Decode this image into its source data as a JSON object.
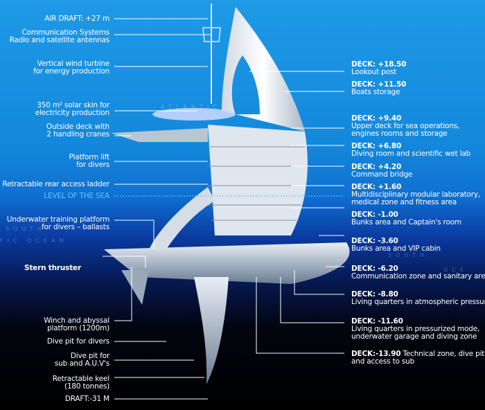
{
  "colors": {
    "sea_level": "#5ec8ff",
    "text": "#ffffff",
    "bg_top": "#1e9ae6",
    "bg_bottom": "#000000"
  },
  "map_labels": [
    "ATLANTIC",
    "SOUTH",
    "FIC OCEAN",
    "SOUTH",
    "OCE"
  ],
  "left": [
    {
      "text": "AIR DRAFT: +27 m"
    },
    {
      "text": "Communication Systems\nRadio and satellite antennas"
    },
    {
      "text": "Vertical wind turbine\nfor energy production"
    },
    {
      "text": "350 m² solar skin for\nelectricity production"
    },
    {
      "text": "Outside deck with\n2 handling cranes"
    },
    {
      "text": "Platform lift\nfor divers"
    },
    {
      "text": "Retractable rear access ladder"
    },
    {
      "text": "LEVEL OF THE SEA"
    },
    {
      "text": "Underwater training platform\nfor divers – ballasts"
    },
    {
      "text": "Stern thruster"
    },
    {
      "text": "Winch and abyssal\nplatform (1200m)"
    },
    {
      "text": "Dive pit for divers"
    },
    {
      "text": "Dive pit for\nsub and A.U.V's"
    },
    {
      "text": "Retractable keel\n(180 tonnes)"
    },
    {
      "text": "DRAFT:-31 M"
    }
  ],
  "right": [
    {
      "deck": "DECK: +18.50",
      "desc": "Lookout post"
    },
    {
      "deck": "DECK: +11.50",
      "desc": "Boats storage"
    },
    {
      "deck": "DECK: +9.40",
      "desc": "Upper deck for sea operations,\nengines rooms and storage"
    },
    {
      "deck": "DECK: +6.80",
      "desc": "Diving room and scientific wet lab"
    },
    {
      "deck": "DECK: +4.20",
      "desc": "Command bridge"
    },
    {
      "deck": "DECK: +1.60",
      "desc": "Multidisciplinary modular laboratory,\nmedical zone and fitness area"
    },
    {
      "deck": "DECK: -1.00",
      "desc": "Bunks area and Captain's room"
    },
    {
      "deck": "DECK: -3.60",
      "desc": "Bunks area and VIP cabin"
    },
    {
      "deck": "DECK: -6.20",
      "desc": "Communication zone and sanitary area"
    },
    {
      "deck": "DECK: -8.80",
      "desc": "Living quarters in atmospheric pressure"
    },
    {
      "deck": "DECK: -11.60",
      "desc": "Living quarters in pressurized mode,\nunderwater garage and diving zone"
    },
    {
      "deck": "DECK:-13.90",
      "desc": "Technical zone, dive pit\nand access to sub"
    }
  ]
}
